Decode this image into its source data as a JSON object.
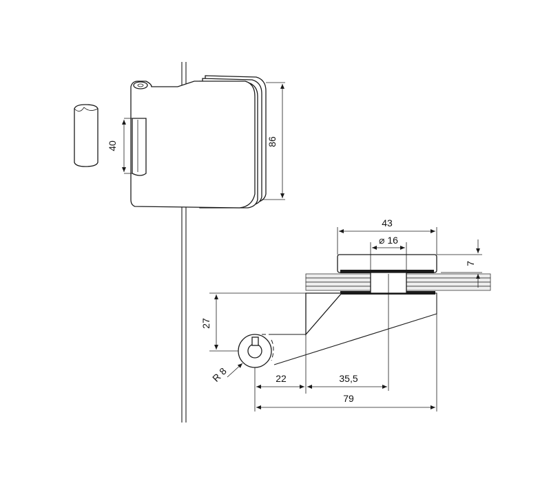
{
  "diagram": {
    "dimensions": {
      "height_overall": "86",
      "slot_length": "40",
      "plate_width": "43",
      "hole_diameter": "⌀ 16",
      "plate_thickness": "7",
      "offset_height": "27",
      "pivot_radius": "R 8",
      "pivot_offset": "22",
      "center_distance": "35,5",
      "total_length": "79"
    },
    "colors": {
      "line": "#1a1a1a",
      "glass_fill": "#ededed",
      "background": "#ffffff"
    }
  }
}
